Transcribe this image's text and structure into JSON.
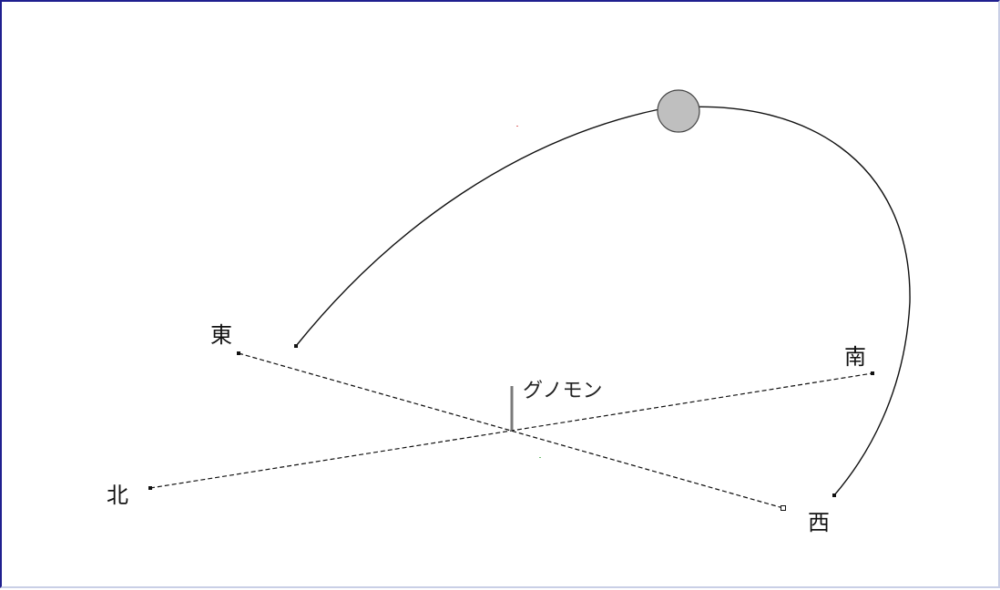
{
  "labels": {
    "east": "東",
    "west": "西",
    "south": "南",
    "north": "北",
    "gnomon": "グノモン"
  },
  "colors": {
    "frame_border": "#1f1f8f",
    "line": "#111111",
    "sun_fill": "#bfbfbf",
    "sun_stroke": "#444444",
    "gnomon": "#7a7a7a"
  }
}
